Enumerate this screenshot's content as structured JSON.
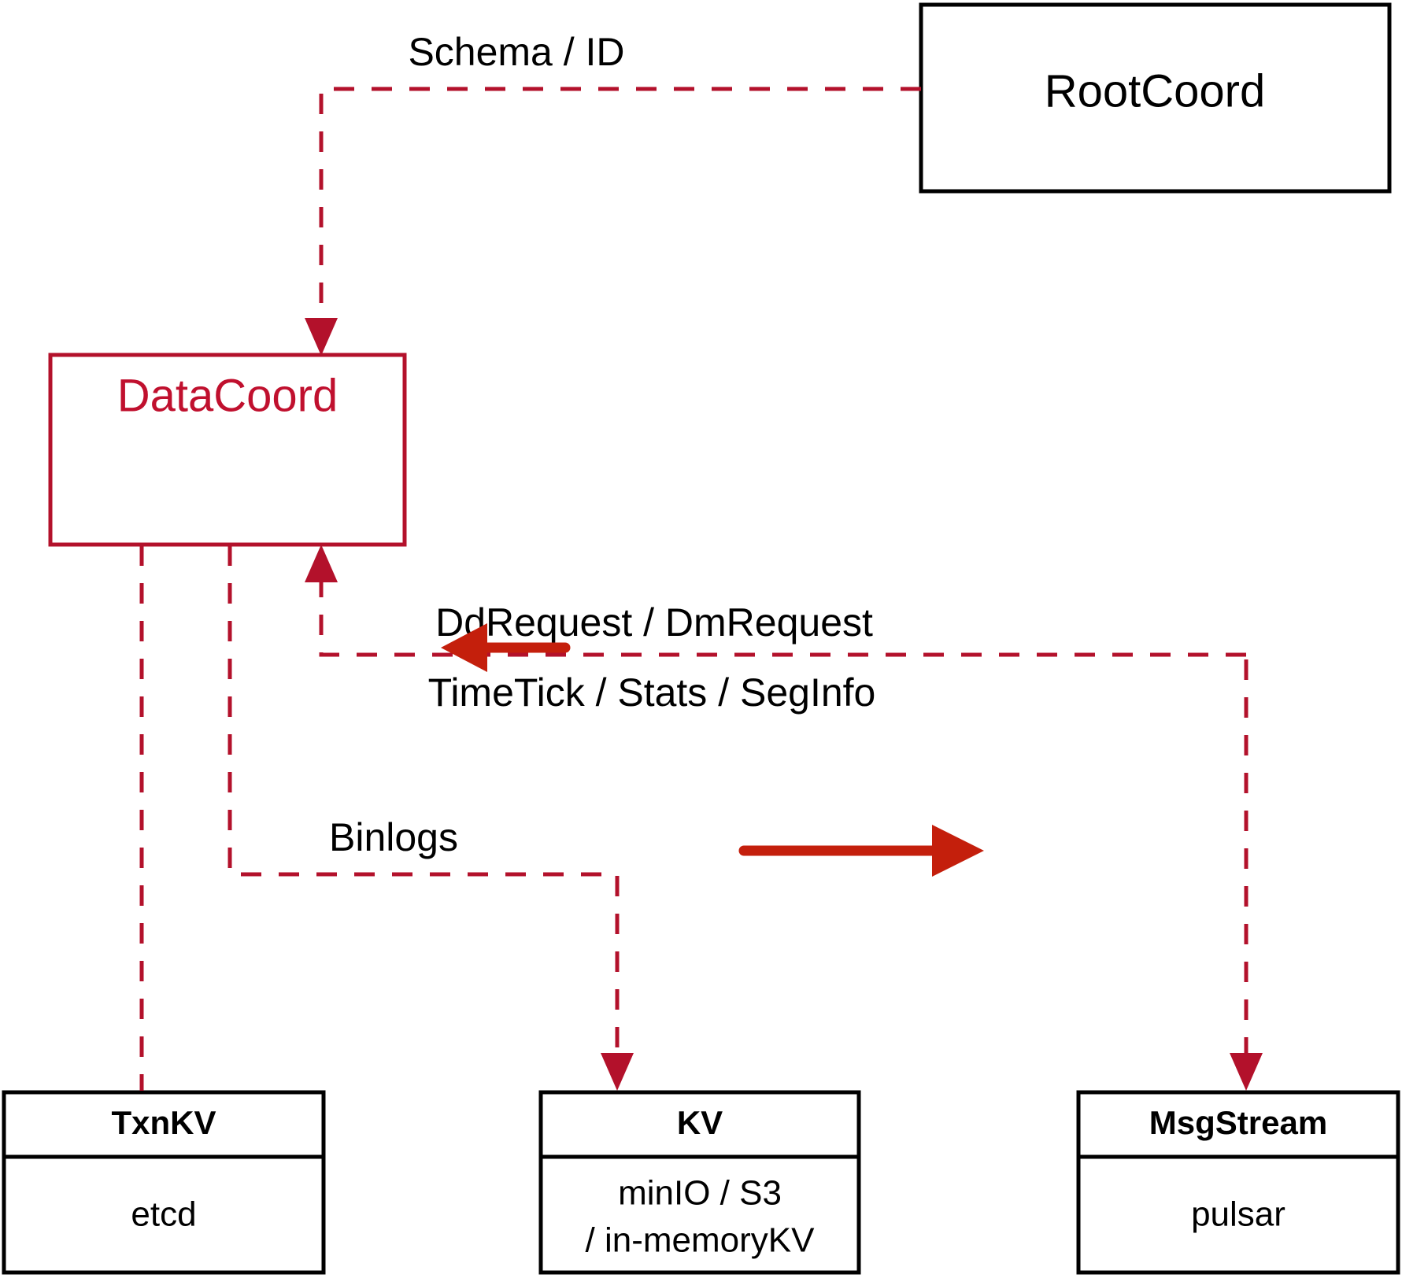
{
  "diagram": {
    "title": "DataCoord architecture",
    "colors": {
      "accent_dark_red": "#b3112b",
      "accent_bright_red": "#c41f0c",
      "node_stroke": "#000000",
      "background": "#ffffff"
    },
    "nodes": {
      "rootcoord": {
        "label": "RootCoord"
      },
      "datacoord": {
        "label": "DataCoord"
      },
      "txnkv": {
        "title": "TxnKV",
        "detail": "etcd"
      },
      "kv": {
        "title": "KV",
        "detail_line1": "minIO / S3",
        "detail_line2": "/ in-memoryKV"
      },
      "msgstream": {
        "title": "MsgStream",
        "detail": "pulsar"
      }
    },
    "edges": {
      "schema_id": {
        "label": "Schema / ID"
      },
      "dd_dm_request": {
        "label": "DdRequest / DmRequest"
      },
      "timetick_stats_seginfo": {
        "label": "TimeTick / Stats / SegInfo"
      },
      "binlogs": {
        "label": "Binlogs"
      }
    }
  }
}
